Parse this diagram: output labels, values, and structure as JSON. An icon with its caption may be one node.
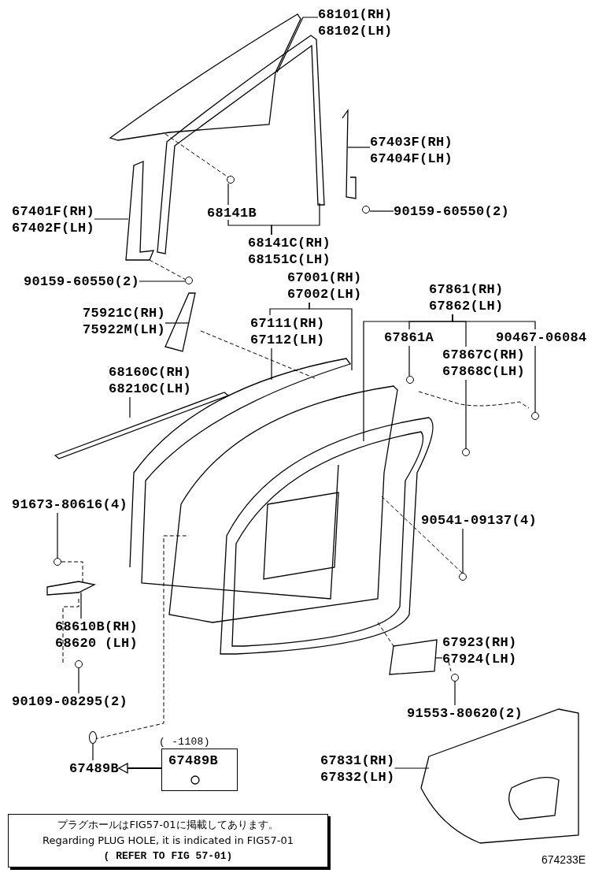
{
  "diagram": {
    "nodes": [
      {
        "text": [
          "68101(RH)",
          "68102(LH)"
        ]
      },
      {
        "text": [
          "67403F(RH)",
          "67404F(LH)"
        ]
      },
      {
        "text": [
          "90159-60550(2)"
        ]
      },
      {
        "text": [
          "67401F(RH)",
          "67402F(LH)"
        ]
      },
      {
        "text": [
          "68141B"
        ]
      },
      {
        "text": [
          "68141C(RH)",
          "68151C(LH)"
        ]
      },
      {
        "text": [
          "90159-60550(2)"
        ]
      },
      {
        "text": [
          "67001(RH)",
          "67002(LH)"
        ]
      },
      {
        "text": [
          "75921C(RH)",
          "75922M(LH)"
        ]
      },
      {
        "text": [
          "67111(RH)",
          "67112(LH)"
        ]
      },
      {
        "text": [
          "67861(RH)",
          "67862(LH)"
        ]
      },
      {
        "text": [
          "67861A"
        ]
      },
      {
        "text": [
          "67867C(RH)",
          "67868C(LH)"
        ]
      },
      {
        "text": [
          "90467-06084"
        ]
      },
      {
        "text": [
          "68160C(RH)",
          "68210C(LH)"
        ]
      },
      {
        "text": [
          "91673-80616(4)"
        ]
      },
      {
        "text": [
          "90541-09137(4)"
        ]
      },
      {
        "text": [
          "68610B(RH)",
          "68620 (LH)"
        ]
      },
      {
        "text": [
          "90109-08295(2)"
        ]
      },
      {
        "text": [
          "67923(RH)",
          "67924(LH)"
        ]
      },
      {
        "text": [
          "91553-80620(2)"
        ]
      },
      {
        "text": [
          "67489B"
        ]
      },
      {
        "text": [
          "( -1108)",
          "67489B"
        ]
      },
      {
        "text": [
          "67831(RH)",
          "67832(LH)"
        ]
      },
      {
        "text": [
          "プラグホールはFIG57-01に掲載してあります。",
          "Regarding PLUG HOLE, it is indicated in FIG57-01",
          "( REFER TO FIG 57-01)"
        ]
      },
      {
        "text": [],
        "shape": "circle"
      },
      {
        "text": [],
        "shape": "circle"
      },
      {
        "text": [],
        "shape": "circle"
      },
      {
        "text": [],
        "shape": "circle"
      },
      {
        "text": [],
        "shape": "circle"
      },
      {
        "text": [],
        "shape": "circle"
      },
      {
        "text": [],
        "shape": "circle"
      },
      {
        "text": [],
        "shape": "circle"
      },
      {
        "text": [],
        "shape": "circle"
      },
      {
        "text": [],
        "shape": "circle"
      },
      {
        "text": [],
        "shape": "circle"
      }
    ],
    "edges": [
      {
        "from": 0,
        "to": null,
        "arrow": "none"
      },
      {
        "from": 1,
        "to": null,
        "arrow": "none"
      },
      {
        "from": 2,
        "to": 25,
        "arrow": "none"
      },
      {
        "from": 3,
        "to": null,
        "arrow": "none"
      },
      {
        "from": 4,
        "to": 26,
        "arrow": "none"
      },
      {
        "from": 5,
        "to": 4,
        "arrow": "none"
      },
      {
        "from": 5,
        "to": null,
        "arrow": "none"
      },
      {
        "from": 6,
        "to": 27,
        "arrow": "none"
      },
      {
        "from": 7,
        "to": 9,
        "arrow": "none"
      },
      {
        "from": 7,
        "to": null,
        "arrow": "none"
      },
      {
        "from": 8,
        "to": null,
        "arrow": "none"
      },
      {
        "from": 9,
        "to": null,
        "arrow": "none"
      },
      {
        "from": 10,
        "to": null,
        "arrow": "none"
      },
      {
        "from": 10,
        "to": 11,
        "arrow": "none"
      },
      {
        "from": 10,
        "to": 12,
        "arrow": "none"
      },
      {
        "from": 10,
        "to": 13,
        "arrow": "none"
      },
      {
        "from": 11,
        "to": 28,
        "arrow": "none"
      },
      {
        "from": 12,
        "to": 29,
        "arrow": "none"
      },
      {
        "from": 13,
        "to": 30,
        "arrow": "none"
      },
      {
        "from": 14,
        "to": null,
        "arrow": "none"
      },
      {
        "from": 15,
        "to": 31,
        "arrow": "none"
      },
      {
        "from": 16,
        "to": 32,
        "arrow": "none"
      },
      {
        "from": 17,
        "to": null,
        "arrow": "none"
      },
      {
        "from": 18,
        "to": 33,
        "arrow": "none"
      },
      {
        "from": 19,
        "to": null,
        "arrow": "none"
      },
      {
        "from": 20,
        "to": 34,
        "arrow": "none"
      },
      {
        "from": 21,
        "to": 35,
        "arrow": "none"
      },
      {
        "from": 22,
        "to": 21,
        "arrow": "to"
      },
      {
        "from": 23,
        "to": null,
        "arrow": "none"
      }
    ],
    "labels": [
      "674233E"
    ]
  }
}
